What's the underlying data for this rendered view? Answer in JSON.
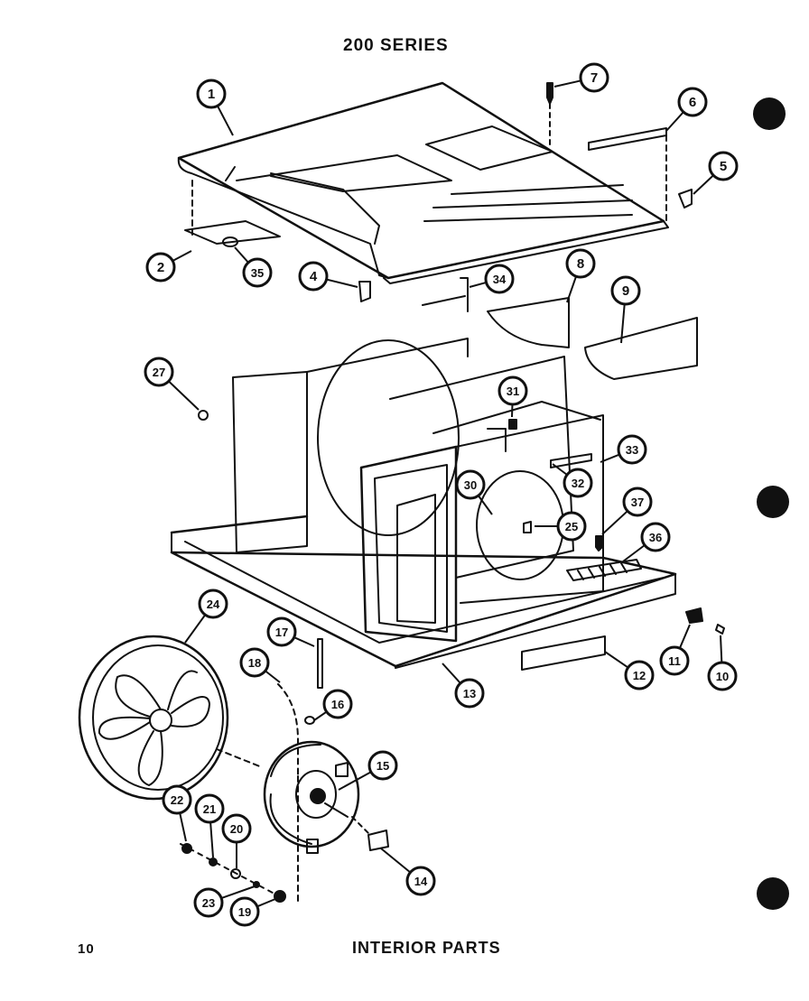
{
  "header": {
    "series_title": "200 SERIES"
  },
  "footer": {
    "page_number": "10",
    "section_title": "INTERIOR PARTS"
  },
  "callouts": [
    {
      "id": "c1",
      "label": "1"
    },
    {
      "id": "c2",
      "label": "2"
    },
    {
      "id": "c35",
      "label": "35"
    },
    {
      "id": "c4",
      "label": "4"
    },
    {
      "id": "c7",
      "label": "7"
    },
    {
      "id": "c6",
      "label": "6"
    },
    {
      "id": "c5",
      "label": "5"
    },
    {
      "id": "c34",
      "label": "34"
    },
    {
      "id": "c8",
      "label": "8"
    },
    {
      "id": "c9",
      "label": "9"
    },
    {
      "id": "c27",
      "label": "27"
    },
    {
      "id": "c31",
      "label": "31"
    },
    {
      "id": "c33",
      "label": "33"
    },
    {
      "id": "c30",
      "label": "30"
    },
    {
      "id": "c32",
      "label": "32"
    },
    {
      "id": "c37",
      "label": "37"
    },
    {
      "id": "c25",
      "label": "25"
    },
    {
      "id": "c36",
      "label": "36"
    },
    {
      "id": "c24",
      "label": "24"
    },
    {
      "id": "c17",
      "label": "17"
    },
    {
      "id": "c18",
      "label": "18"
    },
    {
      "id": "c16",
      "label": "16"
    },
    {
      "id": "c13",
      "label": "13"
    },
    {
      "id": "c12",
      "label": "12"
    },
    {
      "id": "c11",
      "label": "11"
    },
    {
      "id": "c10",
      "label": "10"
    },
    {
      "id": "c15",
      "label": "15"
    },
    {
      "id": "c22",
      "label": "22"
    },
    {
      "id": "c21",
      "label": "21"
    },
    {
      "id": "c20",
      "label": "20"
    },
    {
      "id": "c23",
      "label": "23"
    },
    {
      "id": "c19",
      "label": "19"
    },
    {
      "id": "c14",
      "label": "14"
    }
  ]
}
